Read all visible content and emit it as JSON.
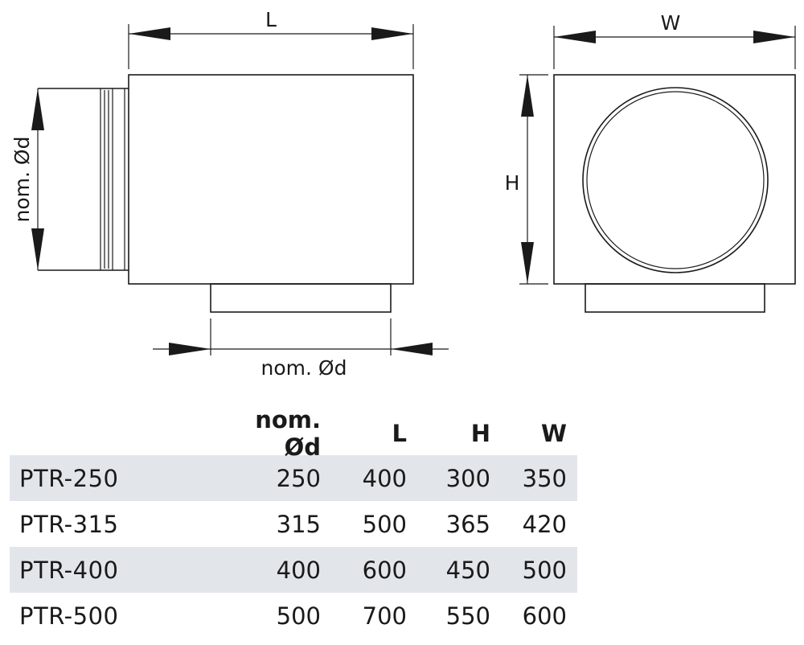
{
  "diagram": {
    "side_view": {
      "length_label": "L",
      "left_diameter_label": "nom. Ød",
      "bottom_diameter_label": "nom. Ød"
    },
    "front_view": {
      "width_label": "W",
      "height_label": "H"
    }
  },
  "table": {
    "headers": [
      "",
      "nom. Ød",
      "L",
      "H",
      "W"
    ],
    "rows": [
      {
        "model": "PTR-250",
        "d": "250",
        "l": "400",
        "h": "300",
        "w": "350"
      },
      {
        "model": "PTR-315",
        "d": "315",
        "l": "500",
        "h": "365",
        "w": "420"
      },
      {
        "model": "PTR-400",
        "d": "400",
        "l": "600",
        "h": "450",
        "w": "500"
      },
      {
        "model": "PTR-500",
        "d": "500",
        "l": "700",
        "h": "550",
        "w": "600"
      }
    ]
  }
}
